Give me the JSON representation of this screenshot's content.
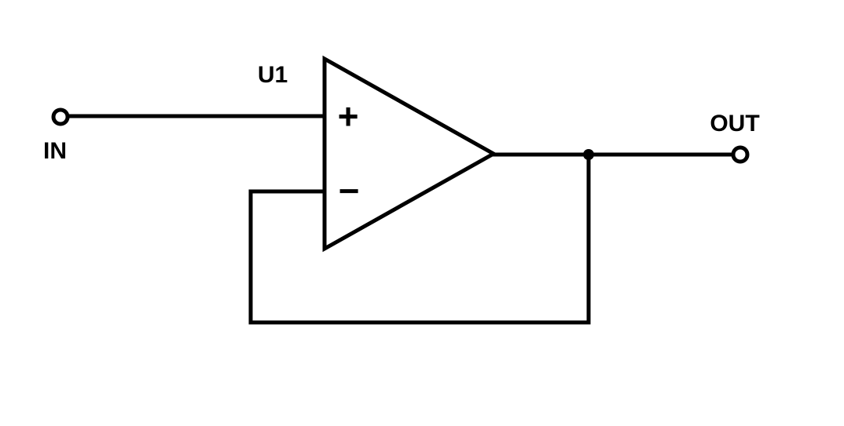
{
  "diagram": {
    "type": "circuit-schematic",
    "subject": "op-amp voltage follower (unity-gain buffer)",
    "background_color": "#ffffff",
    "line_color": "#000000",
    "component": {
      "designator": "U1",
      "kind": "operational-amplifier",
      "noninverting_input_symbol": "+",
      "inverting_input_symbol": "−"
    },
    "terminals": {
      "input": {
        "label": "IN"
      },
      "output": {
        "label": "OUT"
      }
    },
    "connections": [
      "IN terminal to op-amp non-inverting input (+)",
      "op-amp output to OUT terminal",
      "op-amp output junction to op-amp inverting input (−) via feedback loop"
    ]
  }
}
